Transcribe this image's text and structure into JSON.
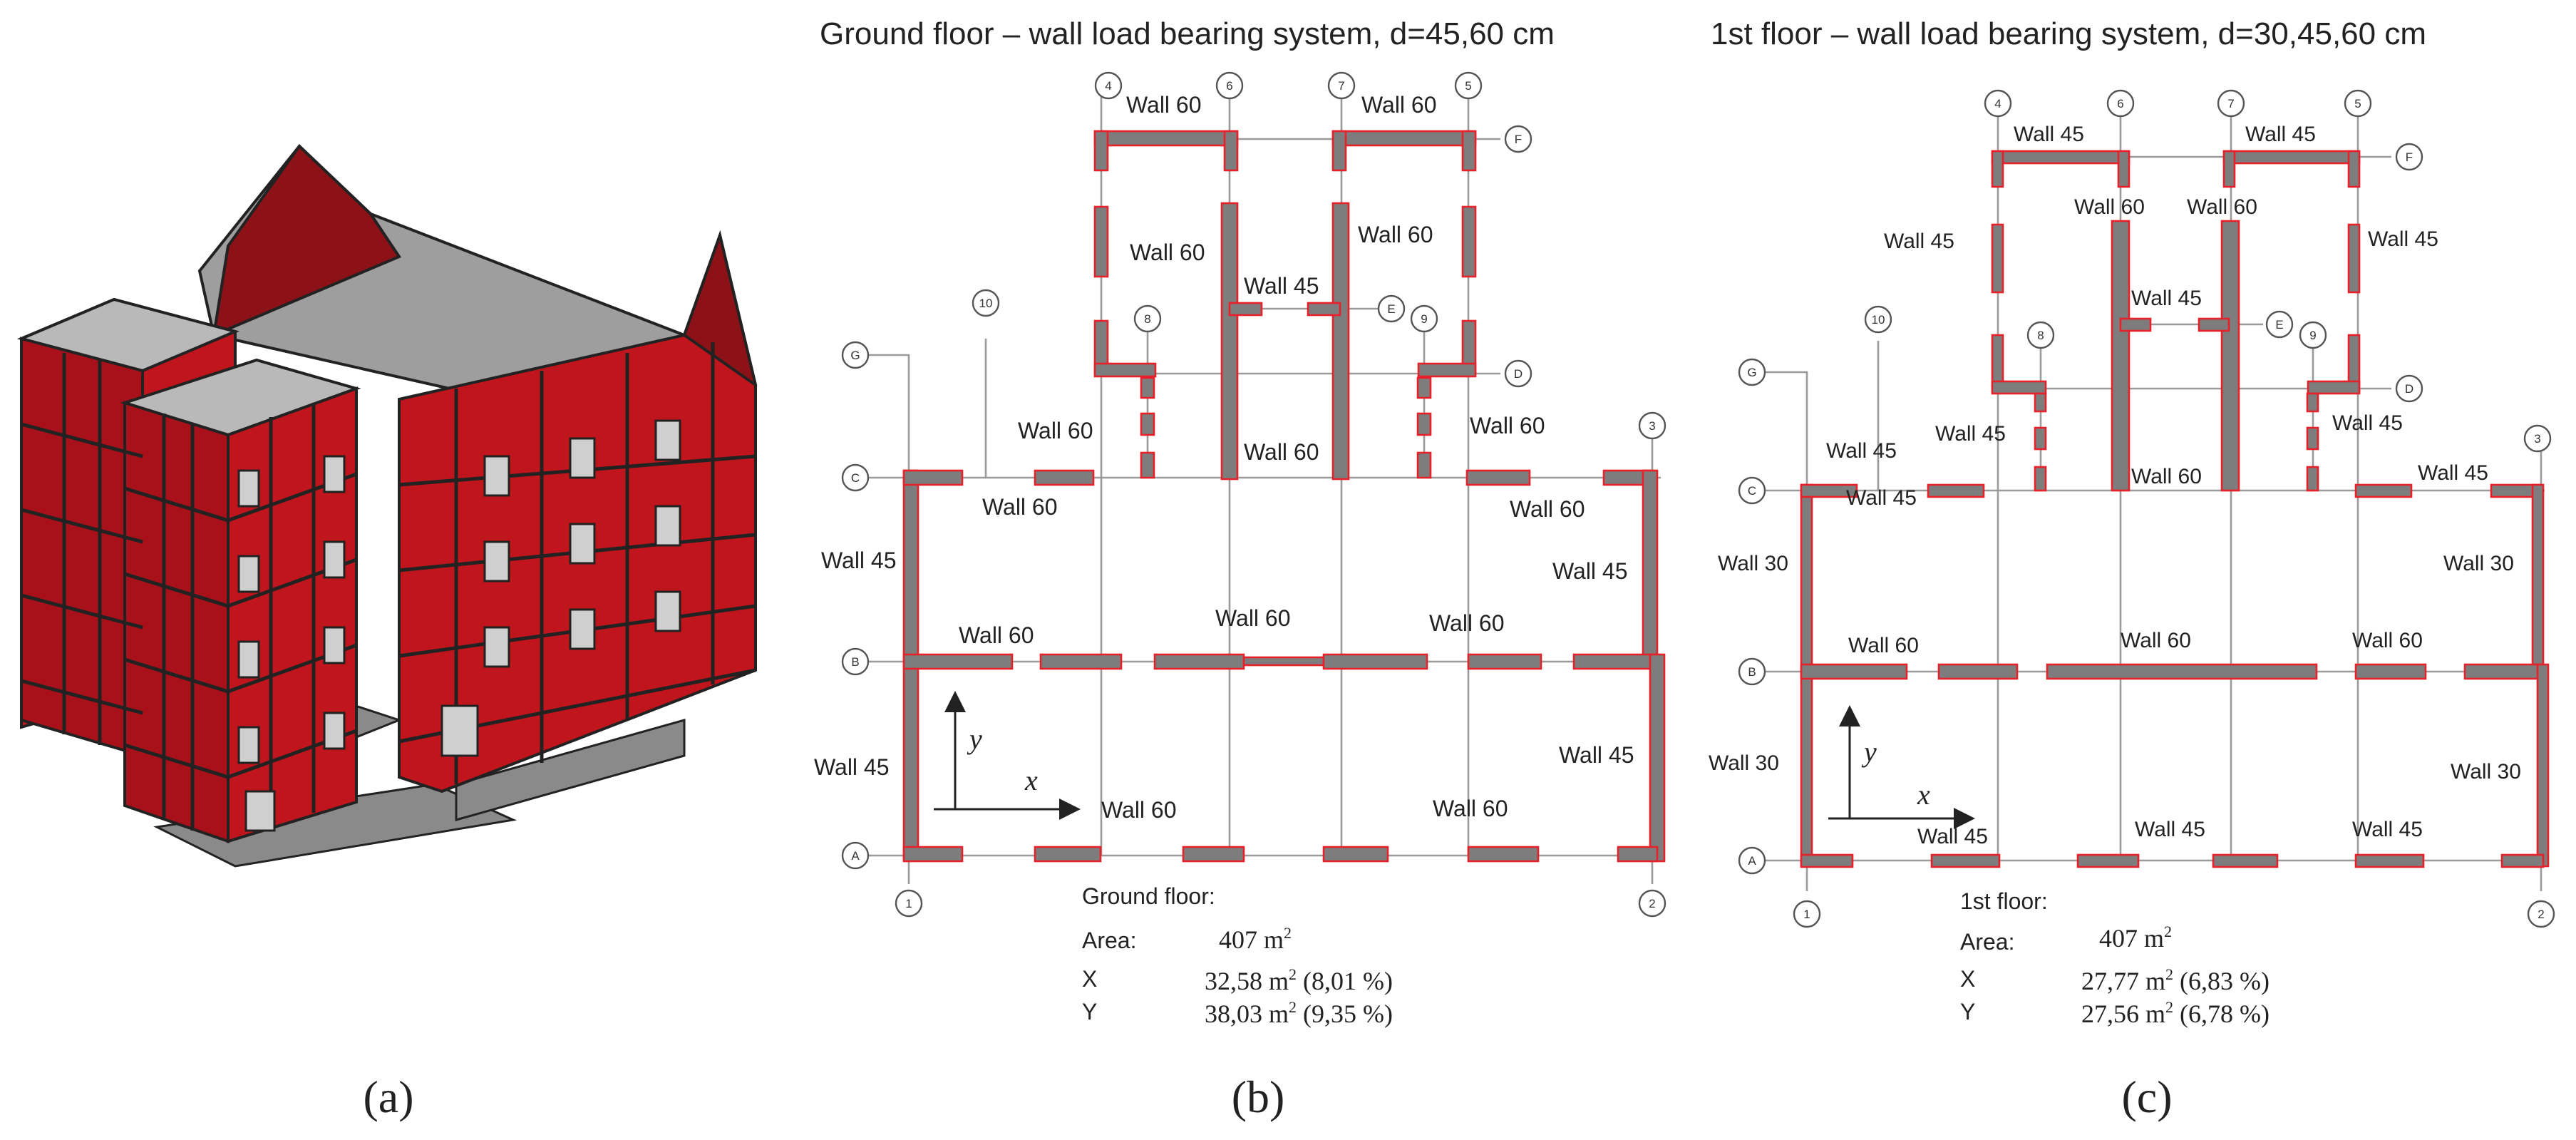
{
  "panels": {
    "a": {
      "label": "(a)"
    },
    "b": {
      "label": "(b)",
      "title": "Ground floor – wall load bearing system, d=45,60 cm",
      "info": {
        "heading": "Ground floor:",
        "area_label": "Area:",
        "area_value": "407 m",
        "x_label": "X",
        "x_value": "32,58 m",
        "x_pct": " (8,01 %)",
        "y_label": "Y",
        "y_value": "38,03 m",
        "y_pct": " (9,35 %)",
        "sup": "2"
      },
      "wall_labels": [
        "Wall 60",
        "Wall 60",
        "Wall 60",
        "Wall 60",
        "Wall 45",
        "Wall 60",
        "Wall 60",
        "Wall 60",
        "Wall 60",
        "Wall 60",
        "Wall 45",
        "Wall 45",
        "Wall 60",
        "Wall 60",
        "Wall 60",
        "Wall 45",
        "Wall 45",
        "Wall 60",
        "Wall 60"
      ],
      "axes": {
        "x": "x",
        "y": "y"
      }
    },
    "c": {
      "label": "(c)",
      "title": "1st floor – wall load bearing system, d=30,45,60 cm",
      "info": {
        "heading": "1st floor:",
        "area_label": "Area:",
        "area_value": "407 m",
        "x_label": "X",
        "x_value": "27,77 m",
        "x_pct": " (6,83 %)",
        "y_label": "Y",
        "y_value": "27,56 m",
        "y_pct": " (6,78 %)",
        "sup": "2"
      },
      "wall_labels": [
        "Wall 45",
        "Wall 45",
        "Wall 45",
        "Wall 60",
        "Wall 60",
        "Wall 45",
        "Wall 45",
        "Wall 45",
        "Wall 45",
        "Wall 45",
        "Wall 45",
        "Wall 60",
        "Wall 45",
        "Wall 30",
        "Wall 30",
        "Wall 60",
        "Wall 60",
        "Wall 60",
        "Wall 30",
        "Wall 30",
        "Wall 45",
        "Wall 45",
        "Wall 45"
      ],
      "axes": {
        "x": "x",
        "y": "y"
      }
    }
  },
  "grid_bubbles": {
    "letters": [
      "A",
      "B",
      "C",
      "D",
      "E",
      "F",
      "G"
    ],
    "numbers": [
      "1",
      "2",
      "3",
      "4",
      "5",
      "6",
      "7",
      "8",
      "9",
      "10"
    ]
  },
  "colors": {
    "wall_fill": "#7d7d7d",
    "wall_outline": "#e8202a",
    "model_red": "#c0151c",
    "grid": "#9a9a9a"
  }
}
